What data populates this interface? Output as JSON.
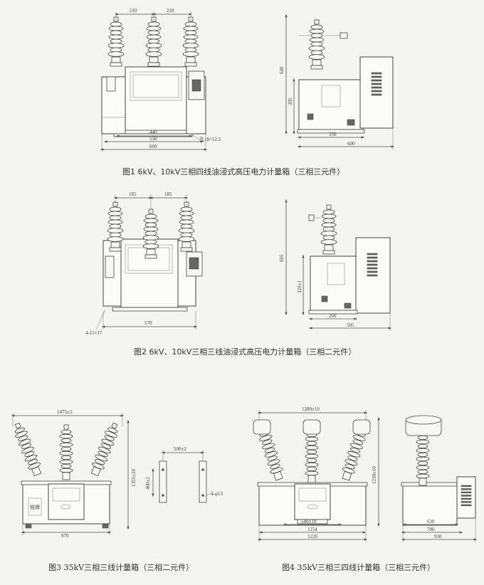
{
  "figures": [
    {
      "id": "fig1",
      "caption": "图1  6kV、10kV三相四线油浸式高压电力计量箱（三相三元件）",
      "front_dims": {
        "spacing_a": "210",
        "spacing_b": "210",
        "d440": "440",
        "d550": "550",
        "d600": "600",
        "hole": "孔18×12.5"
      },
      "side_dims": {
        "h640": "640",
        "h305": "305",
        "w350": "350",
        "w600": "600"
      }
    },
    {
      "id": "fig2",
      "caption": "图2  6kV、10kV三相三线油浸式高压电力计量箱（三相二元件）",
      "front_dims": {
        "spacing_a": "185",
        "spacing_b": "185",
        "d570": "570",
        "hole": "4-11×17"
      },
      "side_dims": {
        "h665": "665",
        "h320": "320±1",
        "w260": "260",
        "w505": "505"
      }
    },
    {
      "id": "fig3",
      "caption": "图3    35kV三相三线计量箱（三相二元件）",
      "front_dims": {
        "w1475": "1475±5",
        "h1355": "1355±10",
        "w970": "970"
      },
      "bracket_dims": {
        "w500": "500±2",
        "h400": "400±2",
        "hole": "4-φ13"
      },
      "nameplate": "铭牌"
    },
    {
      "id": "fig4",
      "caption": "图4    35kV三相三四线计量箱（三相三元件）",
      "front_dims": {
        "w1280": "1280±10",
        "h1230": "1230±10",
        "w540": "540±10",
        "w1154": "1154",
        "w1220": "1220"
      },
      "side_dims": {
        "w630": "630",
        "w700": "700",
        "w930": "930"
      }
    }
  ]
}
